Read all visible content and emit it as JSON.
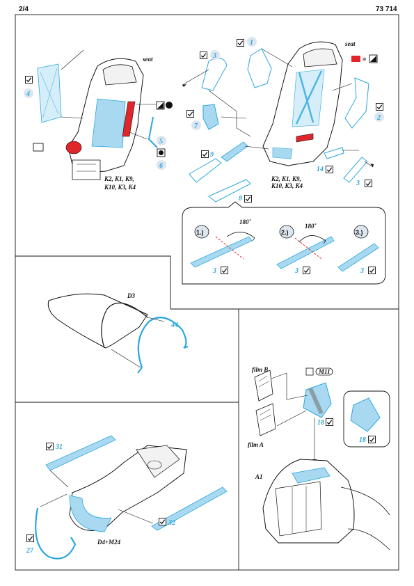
{
  "page": {
    "number": "2/4",
    "code": "73 714"
  },
  "labels": {
    "seat_left": "seat",
    "seat_right": "seat",
    "variants_left": [
      "K2, K1, K9,",
      "K10, K3, K4"
    ],
    "variants_right": [
      "K2, K1, K9,",
      "K10, K3, K4"
    ],
    "canopy": "D3",
    "tub": "D4+M24",
    "film_b": "film B",
    "film_a": "film A",
    "cockpit": "A1",
    "m11": "M11",
    "rot1": "180˚",
    "rot2": "180˚",
    "equals": "="
  },
  "steps": [
    "1.)",
    "2.)",
    "3.)"
  ],
  "parts": {
    "p1": "1",
    "p2": "2",
    "p3a": "3",
    "p3b": "3",
    "p3c": "3",
    "p3d": "3",
    "p3e": "3",
    "p4": "4",
    "p5": "5",
    "p6": "6",
    "p7": "7",
    "p8": "8",
    "p9": "9",
    "p14": "14",
    "p18a": "18",
    "p18b": "18",
    "p27": "27",
    "p31": "31",
    "p32": "32",
    "p44": "44"
  },
  "colors": {
    "etch": "#2aa7dc",
    "etch_fill": "#a9d9f1",
    "paint_red": "#e0262b",
    "line": "#111111",
    "badge": "#dde6ee"
  },
  "icons": [
    "fold-check-icon",
    "paint-icon",
    "color-swatch-icon",
    "glue-icon"
  ]
}
